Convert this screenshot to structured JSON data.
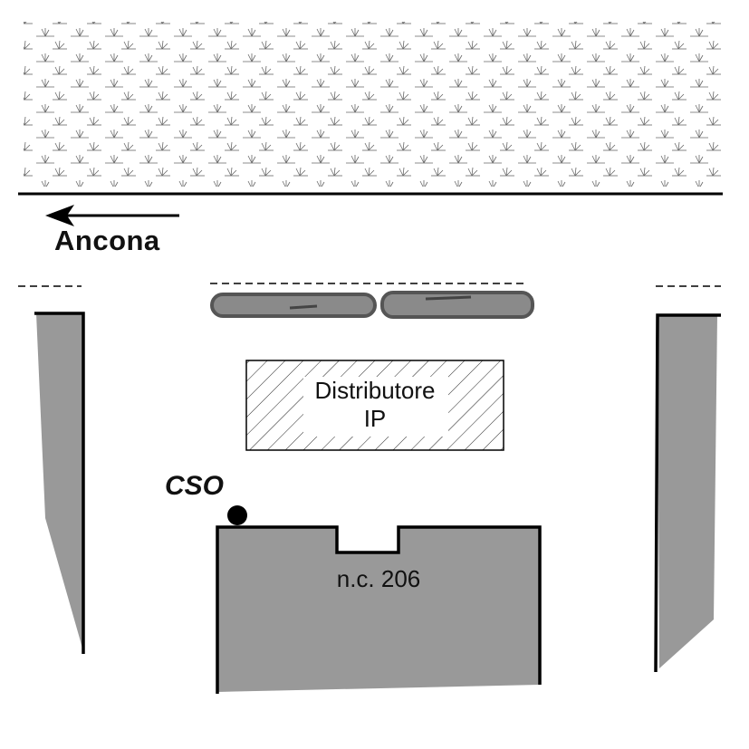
{
  "labels": {
    "direction": "Ancona",
    "marker": "CSO",
    "station_line1": "Distributore",
    "station_line2": "IP",
    "building": "n.c. 206"
  },
  "colors": {
    "line": "#000000",
    "building_fill": "#999999",
    "hedge_fill": "#8a8a8a",
    "grass_symbol": "#777777",
    "background": "#ffffff"
  },
  "icons": {
    "direction": "left-arrow-icon",
    "marker": "filled-circle-icon",
    "vegetation": "grass-tuft-icon"
  }
}
